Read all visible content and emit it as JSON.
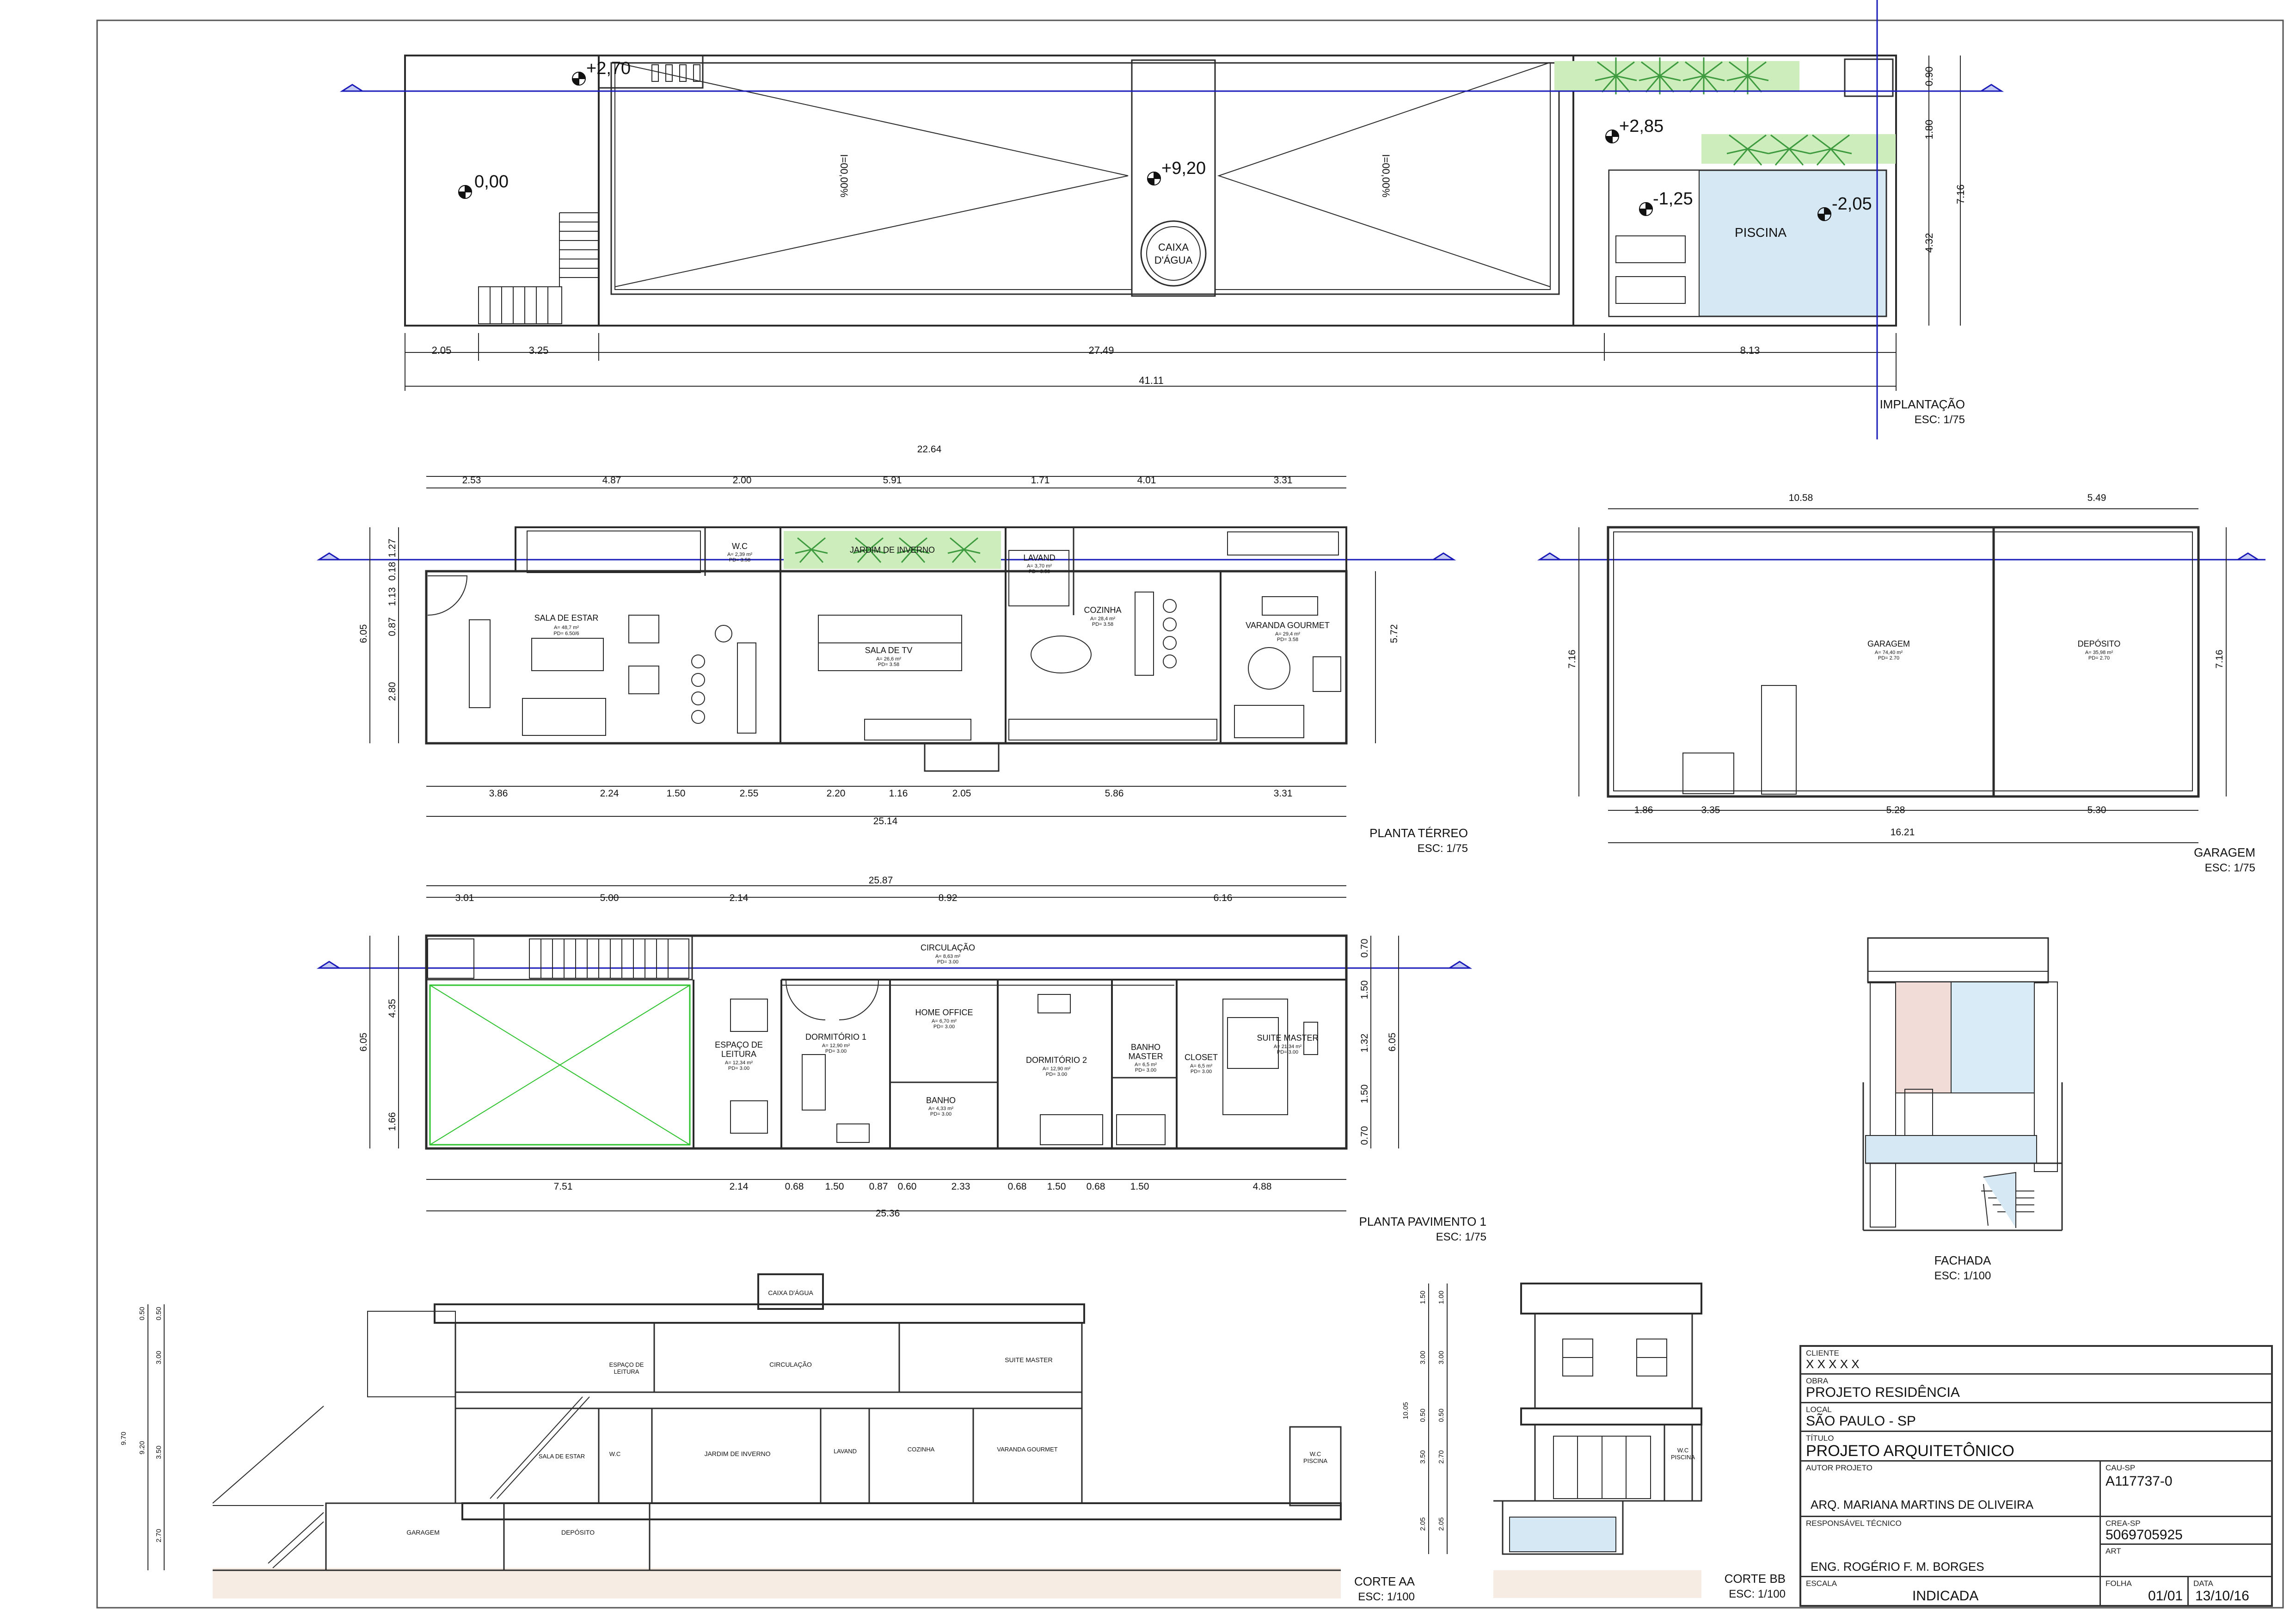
{
  "implantacao": {
    "title": "IMPLANTAÇÃO",
    "scale": "ESC: 1/75",
    "levels": [
      "+2,70",
      "0,00",
      "+9,20",
      "+2,85",
      "-1,25",
      "-2,05"
    ],
    "slopes": [
      "I=00,00%",
      "I=00,00%"
    ],
    "caixa": [
      "CAIXA",
      "D'ÁGUA"
    ],
    "piscina": "PISCINA",
    "dims_bottom": [
      "2.05",
      "3.25",
      "27.49",
      "8.13"
    ],
    "dim_total": "41.11",
    "dims_right": [
      "0.90",
      "1.80",
      "4.32",
      "7.16"
    ]
  },
  "terreo": {
    "title": "PLANTA TÉRREO",
    "scale": "ESC: 1/75",
    "dim_total_top": "22.64",
    "dims_top": [
      "2.53",
      "4.87",
      "2.00",
      "5.91",
      "1.71",
      "4.01",
      "3.31"
    ],
    "dims_bottom": [
      "3.86",
      "2.24",
      "1.50",
      "2.55",
      "2.20",
      "1.16",
      "2.05",
      "5.86",
      "3.31"
    ],
    "dim_total_bottom": "25.14",
    "dims_left": [
      "1.27",
      "0.18",
      "1.13",
      "0.87",
      "2.80"
    ],
    "dim_left_total": "6.05",
    "dim_right": "5.72",
    "rooms": {
      "sala_estar": "SALA DE ESTAR",
      "sala_estar_info": [
        "A= 48,7 m²",
        "PD= 6.50/6"
      ],
      "wc": "W.C",
      "wc_info": [
        "A= 2,39 m²",
        "PD= 3.58"
      ],
      "jardim": "JARDIM DE INVERNO",
      "lavand": "LAVAND",
      "lavand_info": [
        "A= 3,70 m²",
        "PD= 3.58"
      ],
      "sala_tv": "SALA DE TV",
      "sala_tv_info": [
        "A= 26,6 m²",
        "PD= 3.58"
      ],
      "cozinha": "COZINHA",
      "cozinha_info": [
        "A= 28,4 m²",
        "PD= 3.58"
      ],
      "varanda": "VARANDA GOURMET",
      "varanda_info": [
        "A= 29,4 m²",
        "PD= 3.58"
      ]
    }
  },
  "garagem": {
    "title": "GARAGEM",
    "scale": "ESC: 1/75",
    "dims_top": [
      "10.58",
      "5.49"
    ],
    "dims_bottom": [
      "1.86",
      "3.35",
      "5.28",
      "5.30"
    ],
    "dim_total": "16.21",
    "dim_left": "7.16",
    "dim_right": "7.16",
    "rooms": {
      "garagem": "GARAGEM",
      "garagem_info": [
        "A= 74,40 m²",
        "PD= 2.70"
      ],
      "deposito": "DEPÓSITO",
      "deposito_info": [
        "A= 35,98 m²",
        "PD= 2.70"
      ]
    }
  },
  "pavimento": {
    "title": "PLANTA PAVIMENTO 1",
    "scale": "ESC: 1/75",
    "dim_total_top": "25.87",
    "dims_top": [
      "3.01",
      "5.00",
      "2.14",
      "8.92",
      "6.16"
    ],
    "dims_bottom": [
      "7.51",
      "2.14",
      "0.68",
      "1.50",
      "0.87",
      "0.60",
      "2.33",
      "0.68",
      "1.50",
      "0.68",
      "1.50",
      "4.88"
    ],
    "dim_total_bottom": "25.36",
    "dims_left": [
      "4.35",
      "1.66"
    ],
    "dim_left_total": "6.05",
    "dims_right": [
      "0.70",
      "1.50",
      "1.32",
      "1.50",
      "0.70"
    ],
    "dim_right_total": "6.05",
    "rooms": {
      "circulacao": "CIRCULAÇÃO",
      "circulacao_info": [
        "A= 8,63 m²",
        "PD= 3.00"
      ],
      "espaco": [
        "ESPAÇO DE",
        "LEITURA"
      ],
      "espaco_info": [
        "A= 12,34 m²",
        "PD= 3.00"
      ],
      "dorm1": "DORMITÓRIO 1",
      "dorm1_info": [
        "A= 12,90 m²",
        "PD= 3.00"
      ],
      "home": "HOME OFFICE",
      "home_info": [
        "A= 6,70 m²",
        "PD= 3.00"
      ],
      "banho": "BANHO",
      "banho_info": [
        "A= 4,33 m²",
        "PD= 3.00"
      ],
      "dorm2": "DORMITÓRIO 2",
      "dorm2_info": [
        "A= 12,90 m²",
        "PD= 3.00"
      ],
      "banho_master": [
        "BANHO",
        "MASTER"
      ],
      "banho_master_info": [
        "A= 6,5 m²",
        "PD= 3.00"
      ],
      "closet": "CLOSET",
      "closet_info": [
        "A= 6,5 m²",
        "PD= 3.00"
      ],
      "suite": "SUITE MASTER",
      "suite_info": [
        "A= 21,34 m²",
        "PD= 3.00"
      ]
    }
  },
  "fachada": {
    "title": "FACHADA",
    "scale": "ESC: 1/100"
  },
  "corte_aa": {
    "title": "CORTE AA",
    "scale": "ESC: 1/100",
    "dims_left": [
      "0.50",
      "0.50",
      "3.00",
      "9.70",
      "9.20",
      "3.50",
      "2.70"
    ],
    "labels": {
      "caixa": "CAIXA D'ÁGUA",
      "espaco": [
        "ESPAÇO DE",
        "LEITURA"
      ],
      "circulacao": "CIRCULAÇÃO",
      "suite": "SUITE MASTER",
      "sala_estar": "SALA DE ESTAR",
      "wc": "W.C",
      "jardim": "JARDIM DE INVERNO",
      "lavand": "LAVAND",
      "cozinha": "COZINHA",
      "varanda": "VARANDA GOURMET",
      "wc_piscina": [
        "W.C",
        "PISCINA"
      ],
      "garagem": "GARAGEM",
      "deposito": "DEPÓSITO"
    }
  },
  "corte_bb": {
    "title": "CORTE BB",
    "scale": "ESC: 1/100",
    "dims_left": [
      "1.50",
      "1.00",
      "3.00",
      "3.00",
      "10.05",
      "0.50",
      "0.50",
      "3.50",
      "2.70",
      "2.05",
      "2.05"
    ],
    "wc_piscina": [
      "W.C",
      "PISCINA"
    ]
  },
  "title_block": {
    "cliente_label": "CLIENTE",
    "cliente": "X X X X X",
    "obra_label": "OBRA",
    "obra": "PROJETO RESIDÊNCIA",
    "local_label": "LOCAL",
    "local": "SÃO PAULO - SP",
    "titulo_label": "TÍTULO",
    "titulo": "PROJETO ARQUITETÔNICO",
    "autor_label": "AUTOR PROJETO",
    "autor": "ARQ. MARIANA MARTINS DE OLIVEIRA",
    "cau_label": "CAU-SP",
    "cau": "A117737-0",
    "resp_label": "RESPONSÁVEL TÉCNICO",
    "resp": "ENG. ROGÉRIO F. M. BORGES",
    "crea_label": "CREA-SP",
    "crea": "5069705925",
    "art_label": "ART",
    "escala_label": "ESCALA",
    "escala": "INDICADA",
    "folha_label": "FOLHA",
    "folha": "01/01",
    "data_label": "DATA",
    "data": "13/10/16"
  },
  "colors": {
    "line": "#2b2b2b",
    "axis": "#1a1ab8",
    "planter": "#cdeebc",
    "palm": "#3e9a3e",
    "water": "#d6e8f4",
    "facade_pink": "#f2dcd8",
    "facade_blue": "#d8ebf7",
    "void_x": "#2ec32e"
  }
}
